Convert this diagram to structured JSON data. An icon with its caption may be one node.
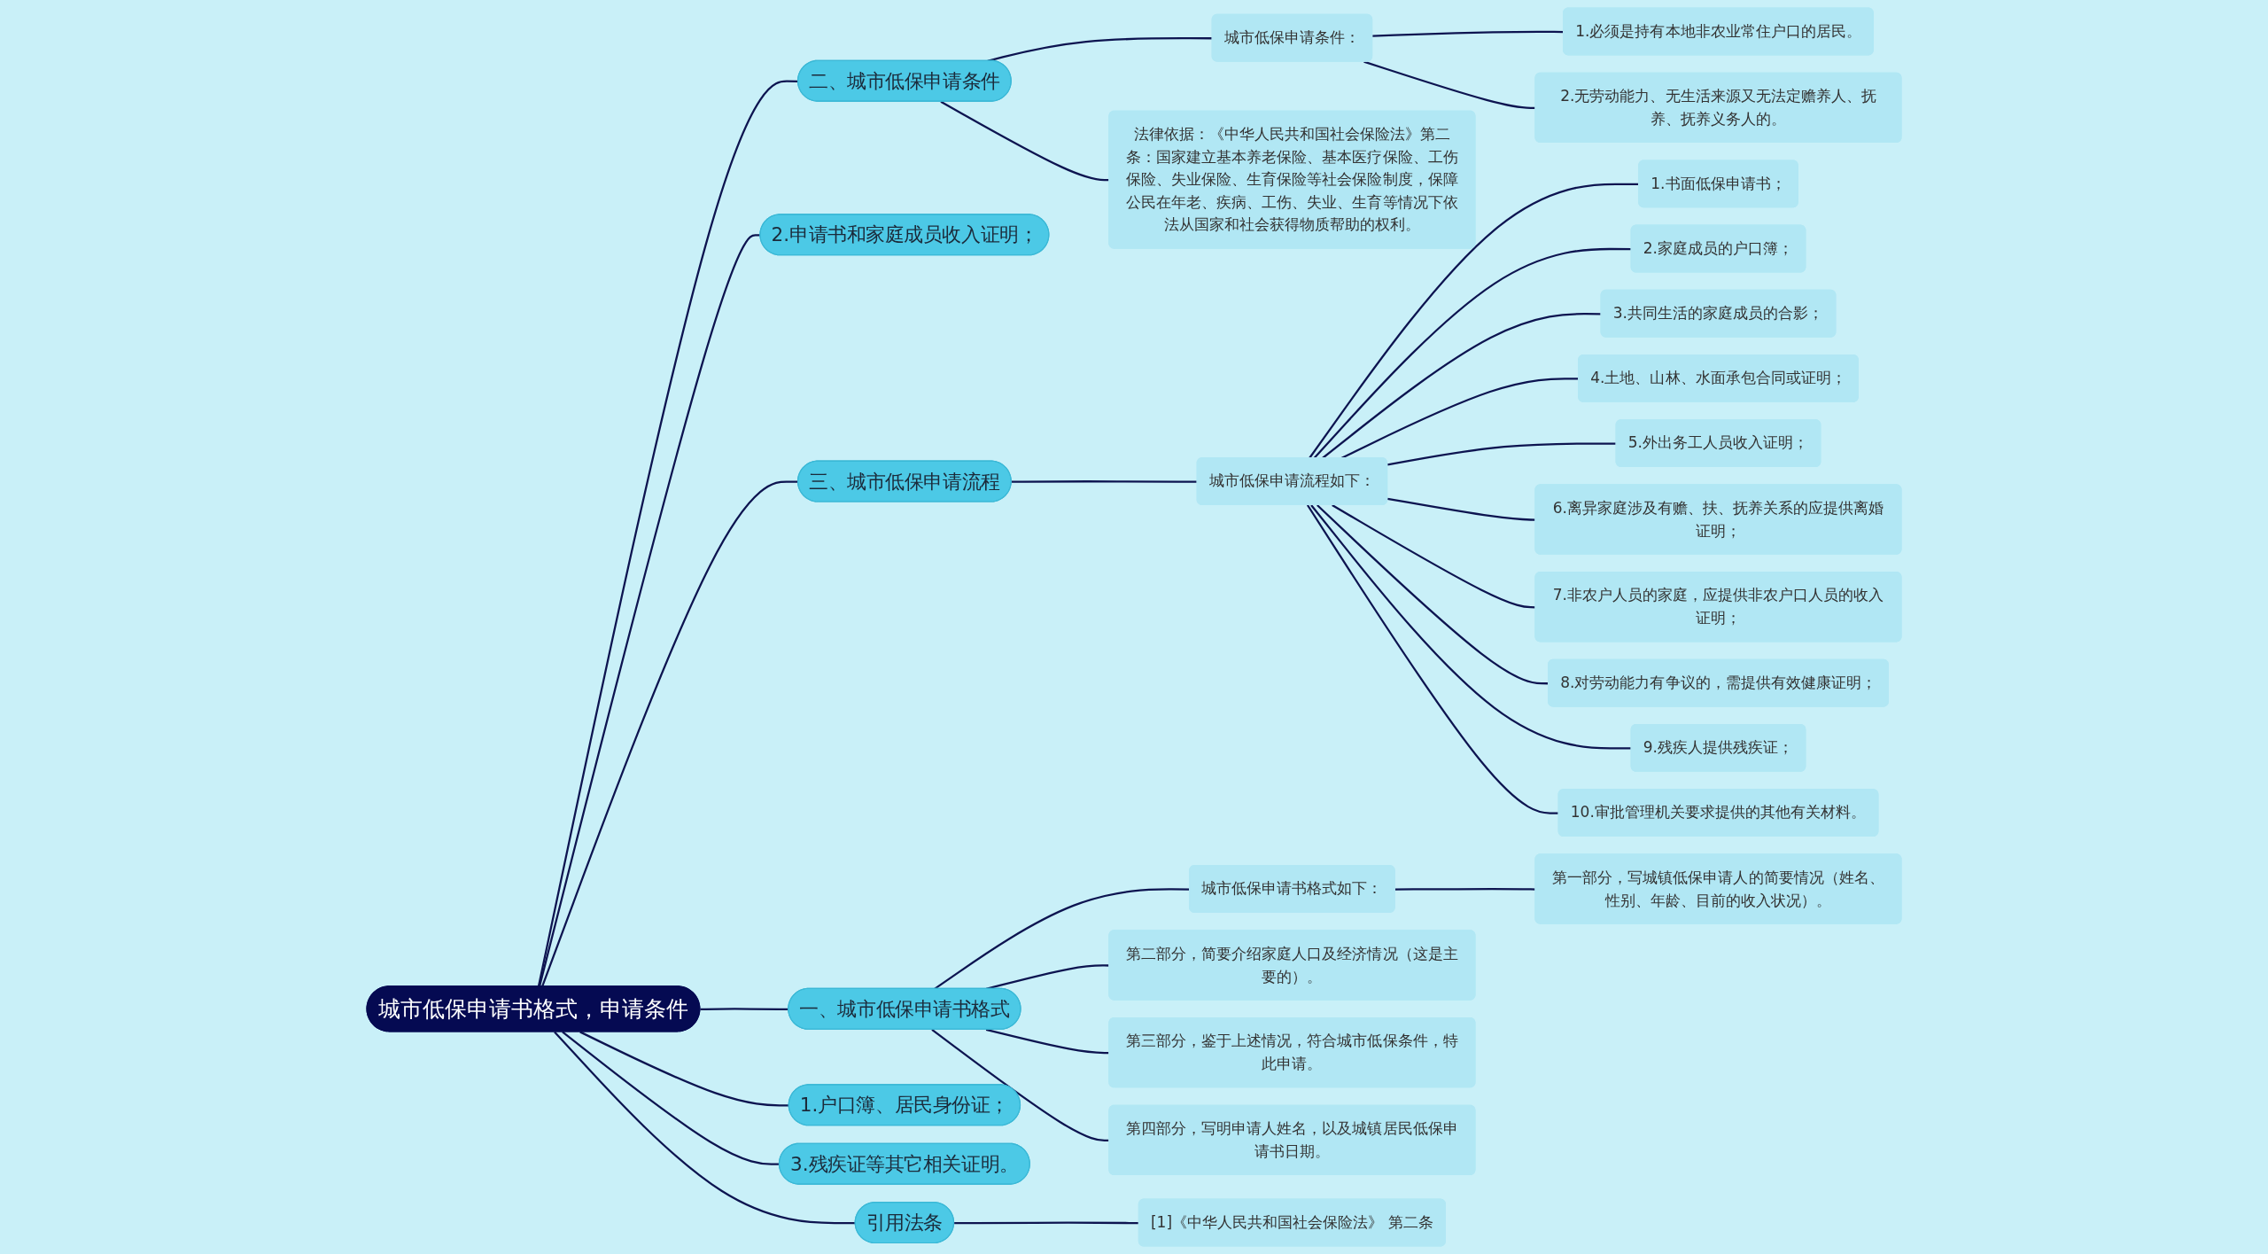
{
  "diagram": {
    "nodes": [
      {
        "text": [
          "城市低保申请书格式，申请条件"
        ]
      },
      {
        "text": [
          "二、城市低保申请条件"
        ]
      },
      {
        "text": [
          "城市低保申请条件："
        ]
      },
      {
        "text": [
          "1.必须是持有本地非农业常住户口的居民。"
        ]
      },
      {
        "text": [
          "2.无劳动能力、无生活来源又无法定赡养人、抚养、抚养义务人的。"
        ]
      },
      {
        "text": [
          "法律依据：《中华人民共和国社会保险法》第二条：国家建立基本养老保险、基本医疗保险、工伤保险、失业保险、生育保险等社会保险制度，保障公民在年老、疾病、工伤、失业、生育等情况下依法从国家和社会获得物质帮助的权利。"
        ]
      },
      {
        "text": [
          "2.申请书和家庭成员收入证明；"
        ]
      },
      {
        "text": [
          "三、城市低保申请流程"
        ]
      },
      {
        "text": [
          "城市低保申请流程如下："
        ]
      },
      {
        "text": [
          "1.书面低保申请书；"
        ]
      },
      {
        "text": [
          "2.家庭成员的户口簿；"
        ]
      },
      {
        "text": [
          "3.共同生活的家庭成员的合影；"
        ]
      },
      {
        "text": [
          "4.土地、山林、水面承包合同或证明；"
        ]
      },
      {
        "text": [
          "5.外出务工人员收入证明；"
        ]
      },
      {
        "text": [
          "6.离异家庭涉及有赡、扶、抚养关系的应提供离婚证明；"
        ]
      },
      {
        "text": [
          "7.非农户人员的家庭，应提供非农户口人员的收入证明；"
        ]
      },
      {
        "text": [
          "8.对劳动能力有争议的，需提供有效健康证明；"
        ]
      },
      {
        "text": [
          "9.残疾人提供残疾证；"
        ]
      },
      {
        "text": [
          "10.审批管理机关要求提供的其他有关材料。"
        ]
      },
      {
        "text": [
          "一、城市低保申请书格式"
        ]
      },
      {
        "text": [
          "城市低保申请书格式如下："
        ]
      },
      {
        "text": [
          "第一部分，写城镇低保申请人的简要情况（姓名、性别、年龄、目前的收入状况）。"
        ]
      },
      {
        "text": [
          "第二部分，简要介绍家庭人口及经济情况（这是主要的）。"
        ]
      },
      {
        "text": [
          "第三部分，鉴于上述情况，符合城市低保条件，特此申请。"
        ]
      },
      {
        "text": [
          "第四部分，写明申请人姓名，以及城镇居民低保申请书日期。"
        ]
      },
      {
        "text": [
          "1.户口簿、居民身份证；"
        ]
      },
      {
        "text": [
          "3.残疾证等其它相关证明。"
        ]
      },
      {
        "text": [
          "引用法条"
        ]
      },
      {
        "text": [
          "[1]《中华人民共和国社会保险法》 第二条"
        ]
      }
    ],
    "edges": [
      {
        "from": 0,
        "to": 1,
        "arrow": "none"
      },
      {
        "from": 1,
        "to": 2,
        "arrow": "none"
      },
      {
        "from": 2,
        "to": 3,
        "arrow": "none"
      },
      {
        "from": 2,
        "to": 4,
        "arrow": "none"
      },
      {
        "from": 1,
        "to": 5,
        "arrow": "none"
      },
      {
        "from": 0,
        "to": 6,
        "arrow": "none"
      },
      {
        "from": 0,
        "to": 7,
        "arrow": "none"
      },
      {
        "from": 7,
        "to": 8,
        "arrow": "none"
      },
      {
        "from": 8,
        "to": 9,
        "arrow": "none"
      },
      {
        "from": 8,
        "to": 10,
        "arrow": "none"
      },
      {
        "from": 8,
        "to": 11,
        "arrow": "none"
      },
      {
        "from": 8,
        "to": 12,
        "arrow": "none"
      },
      {
        "from": 8,
        "to": 13,
        "arrow": "none"
      },
      {
        "from": 8,
        "to": 14,
        "arrow": "none"
      },
      {
        "from": 8,
        "to": 15,
        "arrow": "none"
      },
      {
        "from": 8,
        "to": 16,
        "arrow": "none"
      },
      {
        "from": 8,
        "to": 17,
        "arrow": "none"
      },
      {
        "from": 8,
        "to": 18,
        "arrow": "none"
      },
      {
        "from": 0,
        "to": 19,
        "arrow": "none"
      },
      {
        "from": 19,
        "to": 20,
        "arrow": "none"
      },
      {
        "from": 20,
        "to": 21,
        "arrow": "none"
      },
      {
        "from": 19,
        "to": 22,
        "arrow": "none"
      },
      {
        "from": 19,
        "to": 23,
        "arrow": "none"
      },
      {
        "from": 19,
        "to": 24,
        "arrow": "none"
      },
      {
        "from": 0,
        "to": 25,
        "arrow": "none"
      },
      {
        "from": 0,
        "to": 26,
        "arrow": "none"
      },
      {
        "from": 0,
        "to": 27,
        "arrow": "none"
      },
      {
        "from": 27,
        "to": 28,
        "arrow": "none"
      }
    ]
  }
}
